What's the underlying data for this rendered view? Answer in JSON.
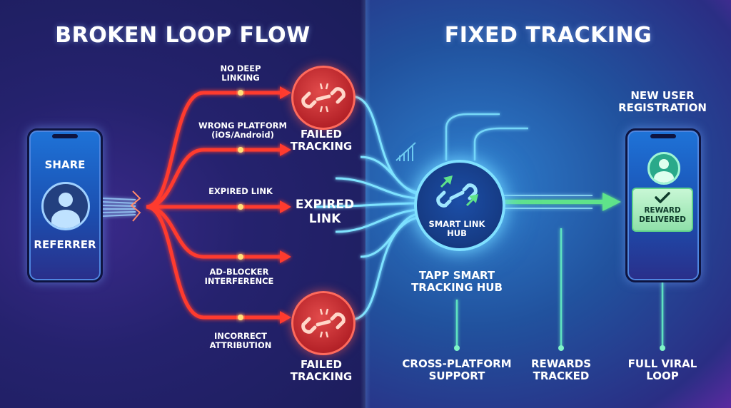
{
  "titles": {
    "left": "BROKEN LOOP FLOW",
    "right": "FIXED TRACKING"
  },
  "referrer": {
    "top_label": "SHARE",
    "bottom_label": "REFERRER"
  },
  "failure_causes": [
    "NO DEEP\nLINKING",
    "WRONG PLATFORM\n(iOS/Android)",
    "EXPIRED LINK",
    "AD-BLOCKER\nINTERFERENCE",
    "INCORRECT\nATTRIBUTION"
  ],
  "failed_nodes": [
    {
      "label": "FAILED\nTRACKING"
    },
    {
      "label": "FAILED\nTRACKING"
    }
  ],
  "expired_label": "EXPIRED\nLINK",
  "hub": {
    "inner_label": "SMART LINK\nHUB",
    "caption": "TAPP SMART\nTRACKING HUB"
  },
  "new_user": {
    "title": "NEW USER\nREGISTRATION",
    "reward_text": "REWARD\nDELIVERED"
  },
  "features": [
    "CROSS-PLATFORM\nSUPPORT",
    "REWARDS\nTRACKED",
    "FULL VIRAL\nLOOP"
  ],
  "colors": {
    "broken": "#ff3b2f",
    "glow": "#ffd04a",
    "fixed_line": "#7fe3ff",
    "success": "#5fe38a",
    "accent": "#2ec4d6"
  },
  "icons": {
    "referrer": "user-icon",
    "failed": "broken-link-icon",
    "hub": "link-arrows-icon",
    "new_user": "user-icon",
    "reward": "checkmark-icon"
  }
}
